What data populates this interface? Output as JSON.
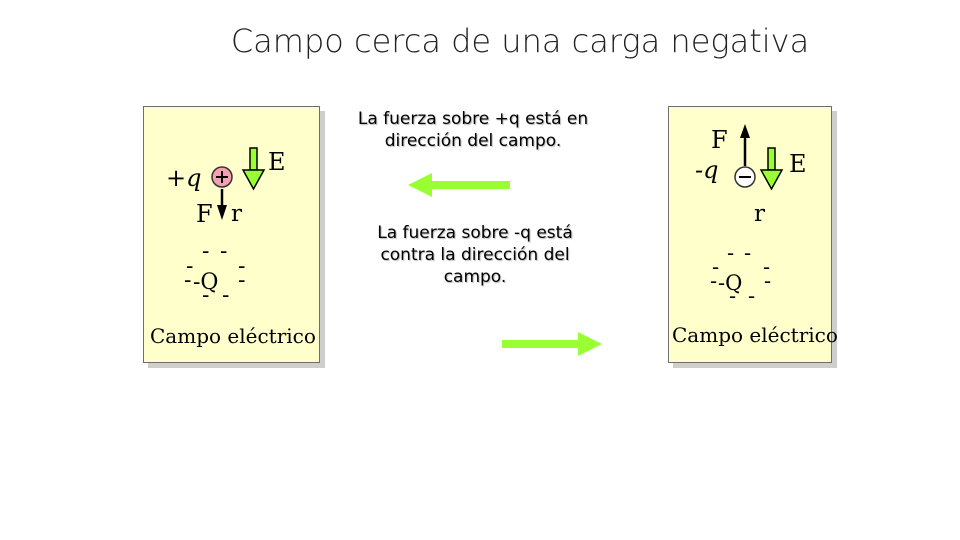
{
  "title": "Campo cerca de una carga negativa",
  "left_panel": {
    "test_charge_label": "+q",
    "test_charge_symbol": "+",
    "force_label": "F",
    "field_label": "E",
    "distance_label": "r",
    "source_charge_label": "-Q",
    "minus": "-",
    "caption": "Campo eléctrico"
  },
  "middle": {
    "text_positive": "La fuerza sobre +q está en dirección del campo.",
    "text_negative": "La fuerza sobre -q está contra la dirección del campo."
  },
  "right_panel": {
    "force_label": "F",
    "test_charge_label": "-q",
    "test_charge_symbol": "-",
    "field_label": "E",
    "distance_label": "r",
    "source_charge_label": "-Q",
    "minus": "-",
    "caption": "Campo eléctrico"
  },
  "colors": {
    "panel_bg": "#ffffcc",
    "arrow_green": "#99ff33",
    "positive_charge_fill": "#f4a0b0",
    "negative_charge_fill": "#ffffff"
  }
}
